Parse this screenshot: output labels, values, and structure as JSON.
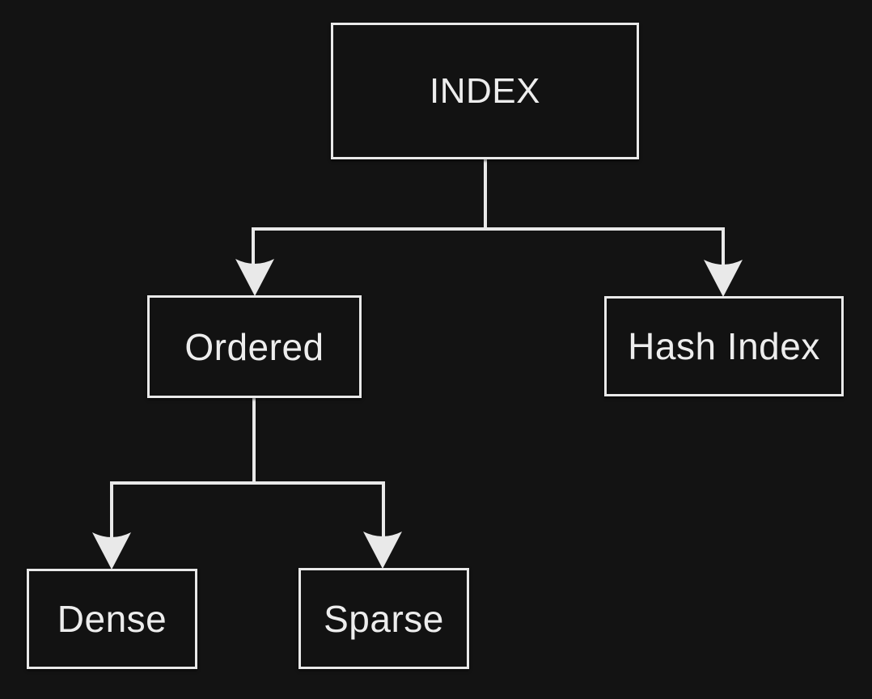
{
  "diagram": {
    "type": "tree",
    "background_color": "#131313",
    "line_color": "#e9e9e9",
    "text_color": "#ededed",
    "nodes": [
      {
        "id": "index",
        "label": "INDEX"
      },
      {
        "id": "ordered",
        "label": "Ordered"
      },
      {
        "id": "hash-index",
        "label": "Hash Index"
      },
      {
        "id": "dense",
        "label": "Dense"
      },
      {
        "id": "sparse",
        "label": "Sparse"
      }
    ],
    "edges": [
      {
        "from": "INDEX",
        "to": "Ordered"
      },
      {
        "from": "INDEX",
        "to": "Hash Index"
      },
      {
        "from": "Ordered",
        "to": "Dense"
      },
      {
        "from": "Ordered",
        "to": "Sparse"
      }
    ]
  }
}
